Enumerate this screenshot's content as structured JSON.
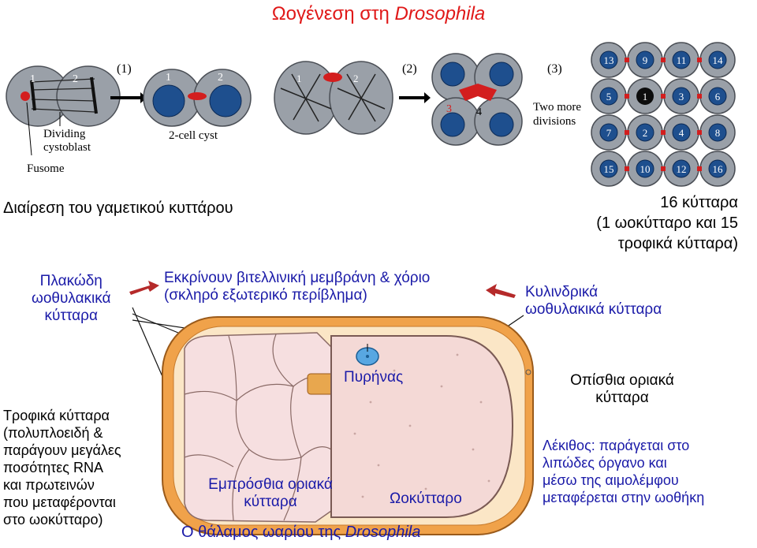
{
  "title": {
    "main": "Ωογένεση στη ",
    "species": "Drosophila"
  },
  "fig_top": {
    "step1": "(1)",
    "step2": "(2)",
    "step3": "(3)",
    "cell_nums": [
      "1",
      "2",
      "1",
      "2",
      "3",
      "4"
    ],
    "dividing_cystoblast": [
      "Dividing",
      "cystoblast"
    ],
    "fusome": "Fusome",
    "two_cell_cyst": "2-cell cyst",
    "two_more": [
      "Two more",
      "divisions"
    ],
    "grid_numbers": [
      "13",
      "9",
      "11",
      "14",
      "5",
      "1",
      "3",
      "6",
      "7",
      "2",
      "4",
      "8",
      "15",
      "10",
      "12",
      "16"
    ]
  },
  "labels": {
    "division": "Διαίρεση του γαμετικού κυττάρου",
    "sixteen": [
      "16 κύτταρα",
      "(1 ωοκύτταρο και 15",
      "τροφικά κύτταρα)"
    ],
    "follicle_flat": [
      "Πλακώδη",
      "ωοθυλακικά",
      "κύτταρα"
    ],
    "secrete": [
      "Εκκρίνουν βιτελλινική μεμβράνη & χόριο",
      "(σκληρό εξωτερικό περίβλημα)"
    ],
    "columnar": [
      "Κυλινδρικά",
      "ωοθυλακικά κύτταρα"
    ],
    "nurse": [
      "Τροφικά κύτταρα",
      "(πολυπλοειδή &",
      "παράγουν μεγάλες",
      "ποσότητες RNA",
      "και πρωτεινών",
      "που μεταφέρονται",
      "στο ωοκύτταρο)"
    ],
    "nucleus": "Πυρήνας",
    "posterior": [
      "Οπίσθια οριακά",
      "κύτταρα"
    ],
    "yolk": [
      "Λέκιθος: παράγεται στο",
      "λιπώδες όργανο και",
      "μέσω της αιμολέμφου",
      "μεταφέρεται στην ωοθήκη"
    ],
    "anterior": [
      "Εμπρόσθια οριακά",
      "κύτταρα"
    ],
    "oocyte": "Ωοκύτταρο",
    "chamber": {
      "main": "Ο θάλαμος ωαρίου της ",
      "species": "Drosophila"
    }
  },
  "colors": {
    "title": "#e01818",
    "greek_text": "#1a1aa8",
    "chorion": "#e89a3c",
    "oocyte": "#f4d9d6",
    "nurse": "#f6dfe0",
    "arrow": "#b52a2a"
  }
}
